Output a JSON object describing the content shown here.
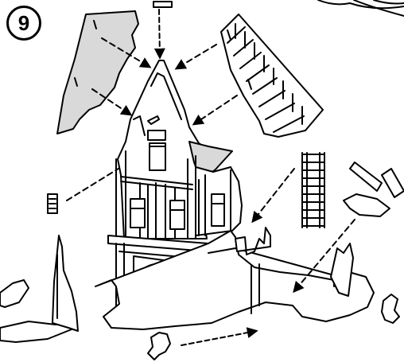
{
  "step": {
    "number": "9"
  },
  "colors": {
    "line": "#000000",
    "part_fill": "#d9d9d9",
    "paper": "#ffffff"
  },
  "parts": [
    "gable-wall-panel",
    "roof-tile-panel",
    "top-finial-piece",
    "small-window-piece",
    "ladder-piece",
    "small-plank-pieces",
    "ruined-wall-piece",
    "rubble-base-piece",
    "rubble-stone-piece"
  ]
}
